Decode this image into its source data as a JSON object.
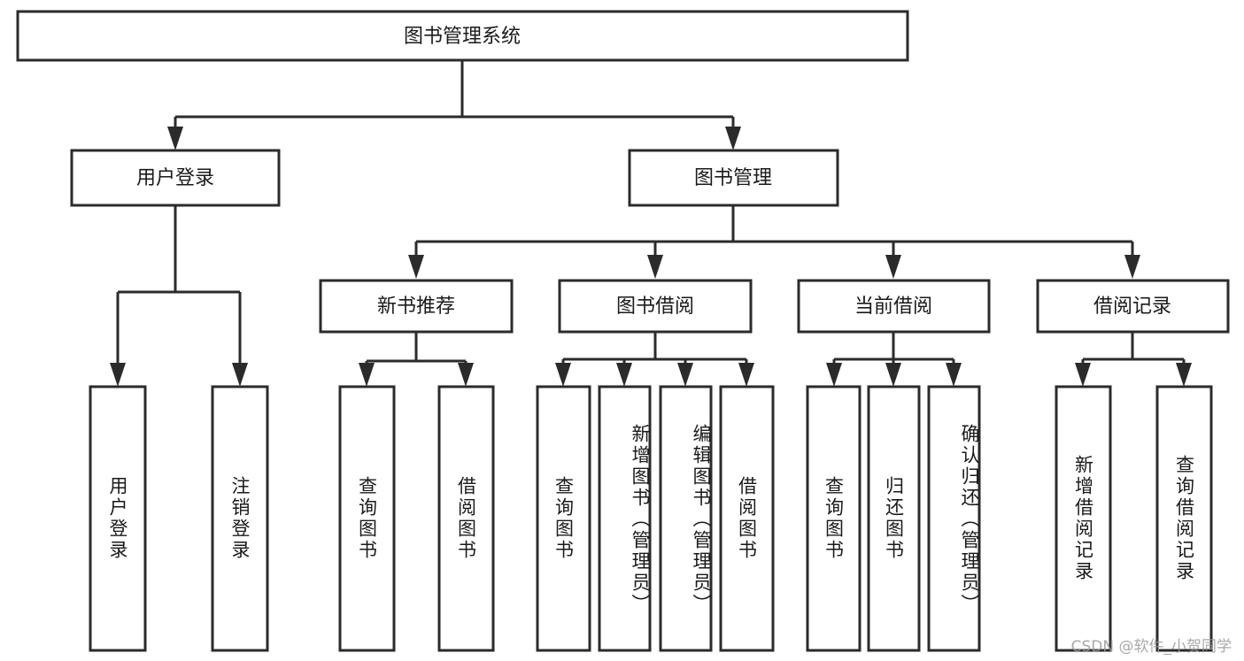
{
  "diagram": {
    "title": "图书管理系统",
    "type": "tree-hierarchy-chart",
    "watermark": "CSDN @软件_小贺同学",
    "colors": {
      "stroke": "#2b2b2b",
      "fill": "#ffffff",
      "text": "#1a1a1a",
      "watermark": "#9a9a9a"
    },
    "nodes": {
      "root": {
        "label": "图书管理系统"
      },
      "level1": [
        {
          "id": "user-login",
          "label": "用户登录"
        },
        {
          "id": "book-management",
          "label": "图书管理"
        }
      ],
      "level2": [
        {
          "id": "new-book-recommend",
          "label": "新书推荐"
        },
        {
          "id": "book-borrow",
          "label": "图书借阅"
        },
        {
          "id": "current-borrow",
          "label": "当前借阅"
        },
        {
          "id": "borrow-record",
          "label": "借阅记录"
        }
      ],
      "leaves": {
        "user-login": [
          {
            "id": "leaf-user-login",
            "label": "用户登录"
          },
          {
            "id": "leaf-logout",
            "label": "注销登录"
          }
        ],
        "new-book-recommend": [
          {
            "id": "leaf-query-book-1",
            "label": "查询图书"
          },
          {
            "id": "leaf-borrow-book-1",
            "label": "借阅图书"
          }
        ],
        "book-borrow": [
          {
            "id": "leaf-query-book-2",
            "label": "查询图书"
          },
          {
            "id": "leaf-add-book",
            "label": "新增图书（管理员）"
          },
          {
            "id": "leaf-edit-book",
            "label": "编辑图书（管理员）"
          },
          {
            "id": "leaf-borrow-book-2",
            "label": "借阅图书"
          }
        ],
        "current-borrow": [
          {
            "id": "leaf-query-book-3",
            "label": "查询图书"
          },
          {
            "id": "leaf-return-book",
            "label": "归还图书"
          },
          {
            "id": "leaf-confirm-return",
            "label": "确认归还（管理员）"
          }
        ],
        "borrow-record": [
          {
            "id": "leaf-add-record",
            "label": "新增借阅记录"
          },
          {
            "id": "leaf-query-record",
            "label": "查询借阅记录"
          }
        ]
      }
    }
  }
}
